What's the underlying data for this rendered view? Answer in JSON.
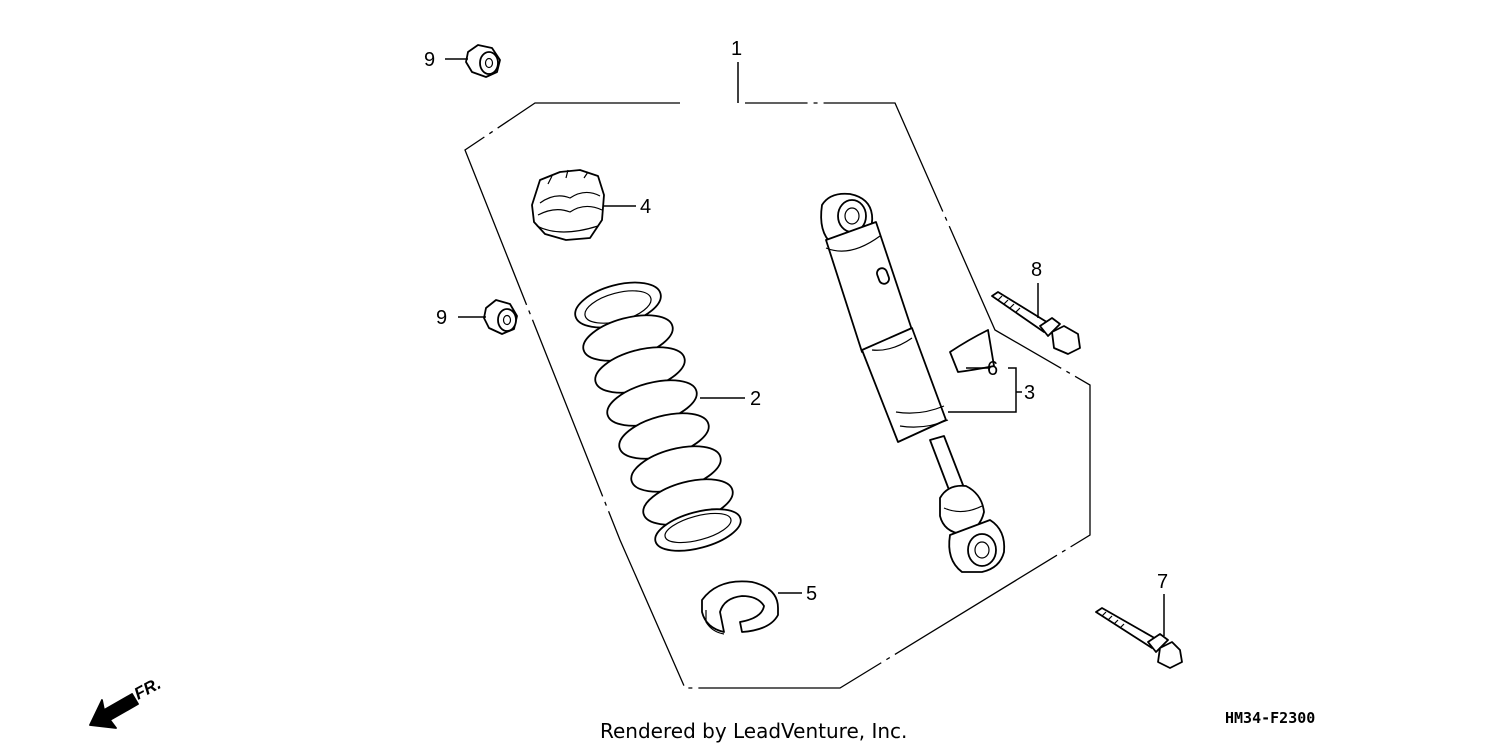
{
  "callouts": {
    "c1": "1",
    "c2": "2",
    "c3": "3",
    "c4": "4",
    "c5": "5",
    "c6": "6",
    "c7": "7",
    "c8": "8",
    "c9a": "9",
    "c9b": "9"
  },
  "direction": {
    "label": "FR."
  },
  "footer": {
    "credit": "Rendered by LeadVenture, Inc."
  },
  "diagram_code": "HM34-F2300"
}
